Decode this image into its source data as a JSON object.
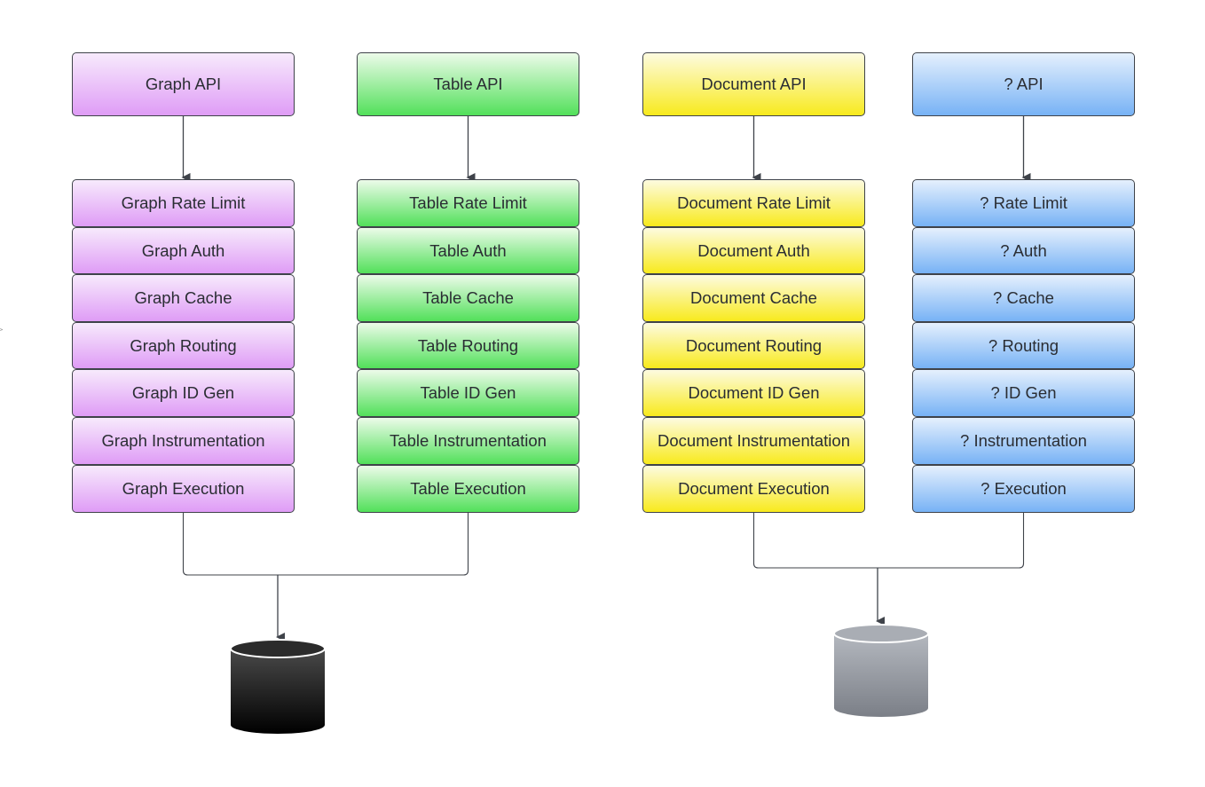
{
  "columns": [
    {
      "key": "graph",
      "api": "Graph API",
      "colors": {
        "top": "#f7eafc",
        "bottom": "#df9cf6"
      },
      "layers": [
        "Graph Rate Limit",
        "Graph Auth",
        "Graph Cache",
        "Graph Routing",
        "Graph ID Gen",
        "Graph Instrumentation",
        "Graph Execution"
      ]
    },
    {
      "key": "table",
      "api": "Table API",
      "colors": {
        "top": "#ecfbe9",
        "bottom": "#52e05a"
      },
      "layers": [
        "Table Rate Limit",
        "Table Auth",
        "Table Cache",
        "Table Routing",
        "Table ID Gen",
        "Table Instrumentation",
        "Table Execution"
      ]
    },
    {
      "key": "document",
      "api": "Document API",
      "colors": {
        "top": "#fdfbe0",
        "bottom": "#f8ea1d"
      },
      "layers": [
        "Document Rate Limit",
        "Document Auth",
        "Document Cache",
        "Document Routing",
        "Document ID Gen",
        "Document Instrumentation",
        "Document Execution"
      ]
    },
    {
      "key": "unknown",
      "api": "? API",
      "colors": {
        "top": "#e5f0fd",
        "bottom": "#77b2f5"
      },
      "layers": [
        "? Rate Limit",
        "? Auth",
        "? Cache",
        "? Routing",
        "? ID Gen",
        "? Instrumentation",
        "? Execution"
      ]
    }
  ],
  "databases": [
    {
      "key": "shared-store-left",
      "colors": {
        "top": "#4a4a4a",
        "bottom": "#000000",
        "cap": "#2b2b2b"
      }
    },
    {
      "key": "shared-store-right",
      "colors": {
        "top": "#b4b8bf",
        "bottom": "#7b7f87",
        "cap": "#a9adb4"
      }
    }
  ],
  "stroke_color": "#3f434a"
}
